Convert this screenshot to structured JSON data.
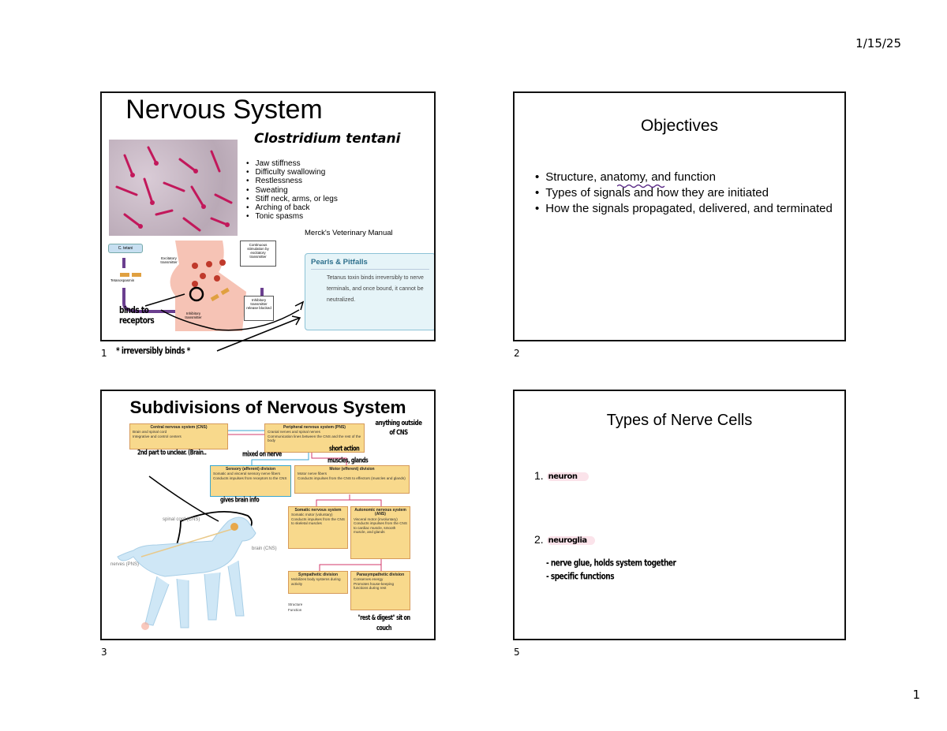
{
  "page": {
    "date": "1/15/25",
    "page_number": "1"
  },
  "slides": [
    {
      "number": "1",
      "title": "Nervous System",
      "subtitle": "Clostridium tentani",
      "bullets": [
        "Jaw stiffness",
        "Difficulty swallowing",
        "Restlessness",
        "Sweating",
        "Stiff neck, arms, or legs",
        "Arching of back",
        "Tonic spasms"
      ],
      "source": "Merck's Veterinary Manual",
      "diagram": {
        "c_tetani": "C. tetani",
        "excitatory": "Excitatory transmitter",
        "tetanospasmin": "Tetanospasmin",
        "inhibitory": "Inhibitory transmitter",
        "continuous": "Continuous stimulation by excitatory transmitter",
        "blocked": "Inhibitory transmitter release blocked"
      },
      "pearls": {
        "title": "Pearls & Pitfalls",
        "text": "Tetanus toxin binds irreversibly to nerve terminals, and once bound, it cannot be neutralized."
      },
      "handwritten": {
        "receptors": "binds to receptors",
        "irreversibly": "* irreversibly binds *"
      }
    },
    {
      "number": "2",
      "title": "Objectives",
      "bullets": [
        "Structure, anatomy, and function",
        "Types of signals and how they are initiated",
        "How the signals propagated, delivered, and terminated"
      ]
    },
    {
      "number": "3",
      "title": "Subdivisions of Nervous System",
      "boxes": {
        "cns": {
          "title": "Central nervous system (CNS)",
          "items": [
            "Brain and spinal cord",
            "Integrative and control centers"
          ]
        },
        "pns": {
          "title": "Peripheral nervous system (PNS)",
          "items": [
            "Cranial nerves and spinal nerves",
            "Communication lines between the CNS and the rest of the body"
          ]
        },
        "sensory": {
          "title": "Sensory (afferent) division",
          "items": [
            "Somatic and visceral sensory nerve fibers",
            "Conducts impulses from receptors to the CNS"
          ]
        },
        "motor": {
          "title": "Motor (efferent) division",
          "items": [
            "Motor nerve fibers",
            "Conducts impulses from the CNS to effectors (muscles and glands)"
          ]
        },
        "somatic": {
          "title": "Somatic nervous system",
          "items": [
            "Somatic motor (voluntary)",
            "Conducts impulses from the CNS to skeletal muscles"
          ]
        },
        "ans": {
          "title": "Autonomic nervous system (ANS)",
          "items": [
            "Visceral motor (involuntary)",
            "Conducts impulses from the CNS to cardiac muscle, smooth muscle, and glands"
          ]
        },
        "sympathetic": {
          "title": "Sympathetic division",
          "items": [
            "Mobilizes body systems during activity"
          ]
        },
        "parasympathetic": {
          "title": "Parasympathetic division",
          "items": [
            "Conserves energy",
            "Promotes house-keeping functions during rest"
          ]
        }
      },
      "legend": [
        "Structure",
        "Function"
      ],
      "dog_labels": {
        "spinal": "spinal cord (CNS)",
        "brain": "brain (CNS)",
        "nerves": "nerves (PNS)"
      },
      "handwritten": {
        "cns_note": "2nd part to unclear. (Brain..",
        "pns_note": "anything outside of CNS",
        "short_action": "short action",
        "sensory_note": "mixed on nerve",
        "motor_note": "muscles, glands",
        "brain_note": "gives brain info",
        "para_note": "\"rest & digest\" sit on couch"
      }
    },
    {
      "number": "5",
      "title": "Types of Nerve Cells",
      "items": [
        {
          "num": "1.",
          "label": "neuron"
        },
        {
          "num": "2.",
          "label": "neuroglia"
        }
      ],
      "notes": [
        "- nerve glue, holds system together",
        "- specific functions"
      ]
    }
  ],
  "colors": {
    "box_fill": "#f8d98c",
    "pearls_bg": "#e6f4f8",
    "pearls_title": "#2d6f8c",
    "highlight": "#fbe3ea",
    "arrow_pink": "#d3396b",
    "arrow_blue": "#3aa6d0"
  }
}
